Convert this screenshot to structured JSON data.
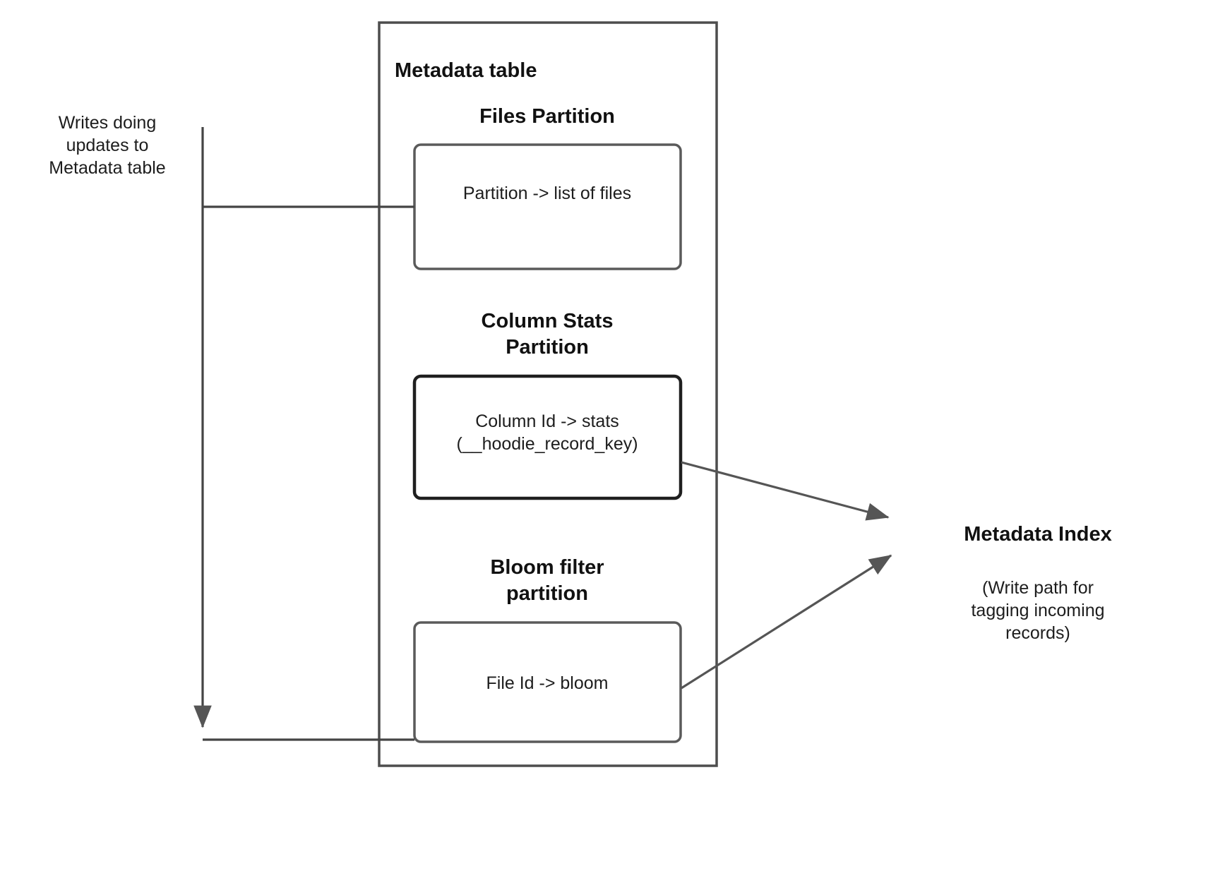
{
  "diagram": {
    "background_color": "#ffffff",
    "stroke_color": "#4d4d4d",
    "stroke_color_strong": "#1a1a1a",
    "text_color": "#1a1a1a",
    "outer_container": {
      "title": "Metadata table"
    },
    "left_note": {
      "text": "Writes doing\nupdates to\nMetadata table"
    },
    "sections": [
      {
        "title": "Files Partition",
        "box_text": "Partition -> list of files"
      },
      {
        "title": "Column Stats\nPartition",
        "box_text": "Column Id  -> stats\n(__hoodie_record_key)"
      },
      {
        "title": "Bloom filter\npartition",
        "box_text": "File Id -> bloom"
      }
    ],
    "right_label": {
      "title": "Metadata Index",
      "note": "(Write path for\ntagging incoming\nrecords)"
    }
  }
}
